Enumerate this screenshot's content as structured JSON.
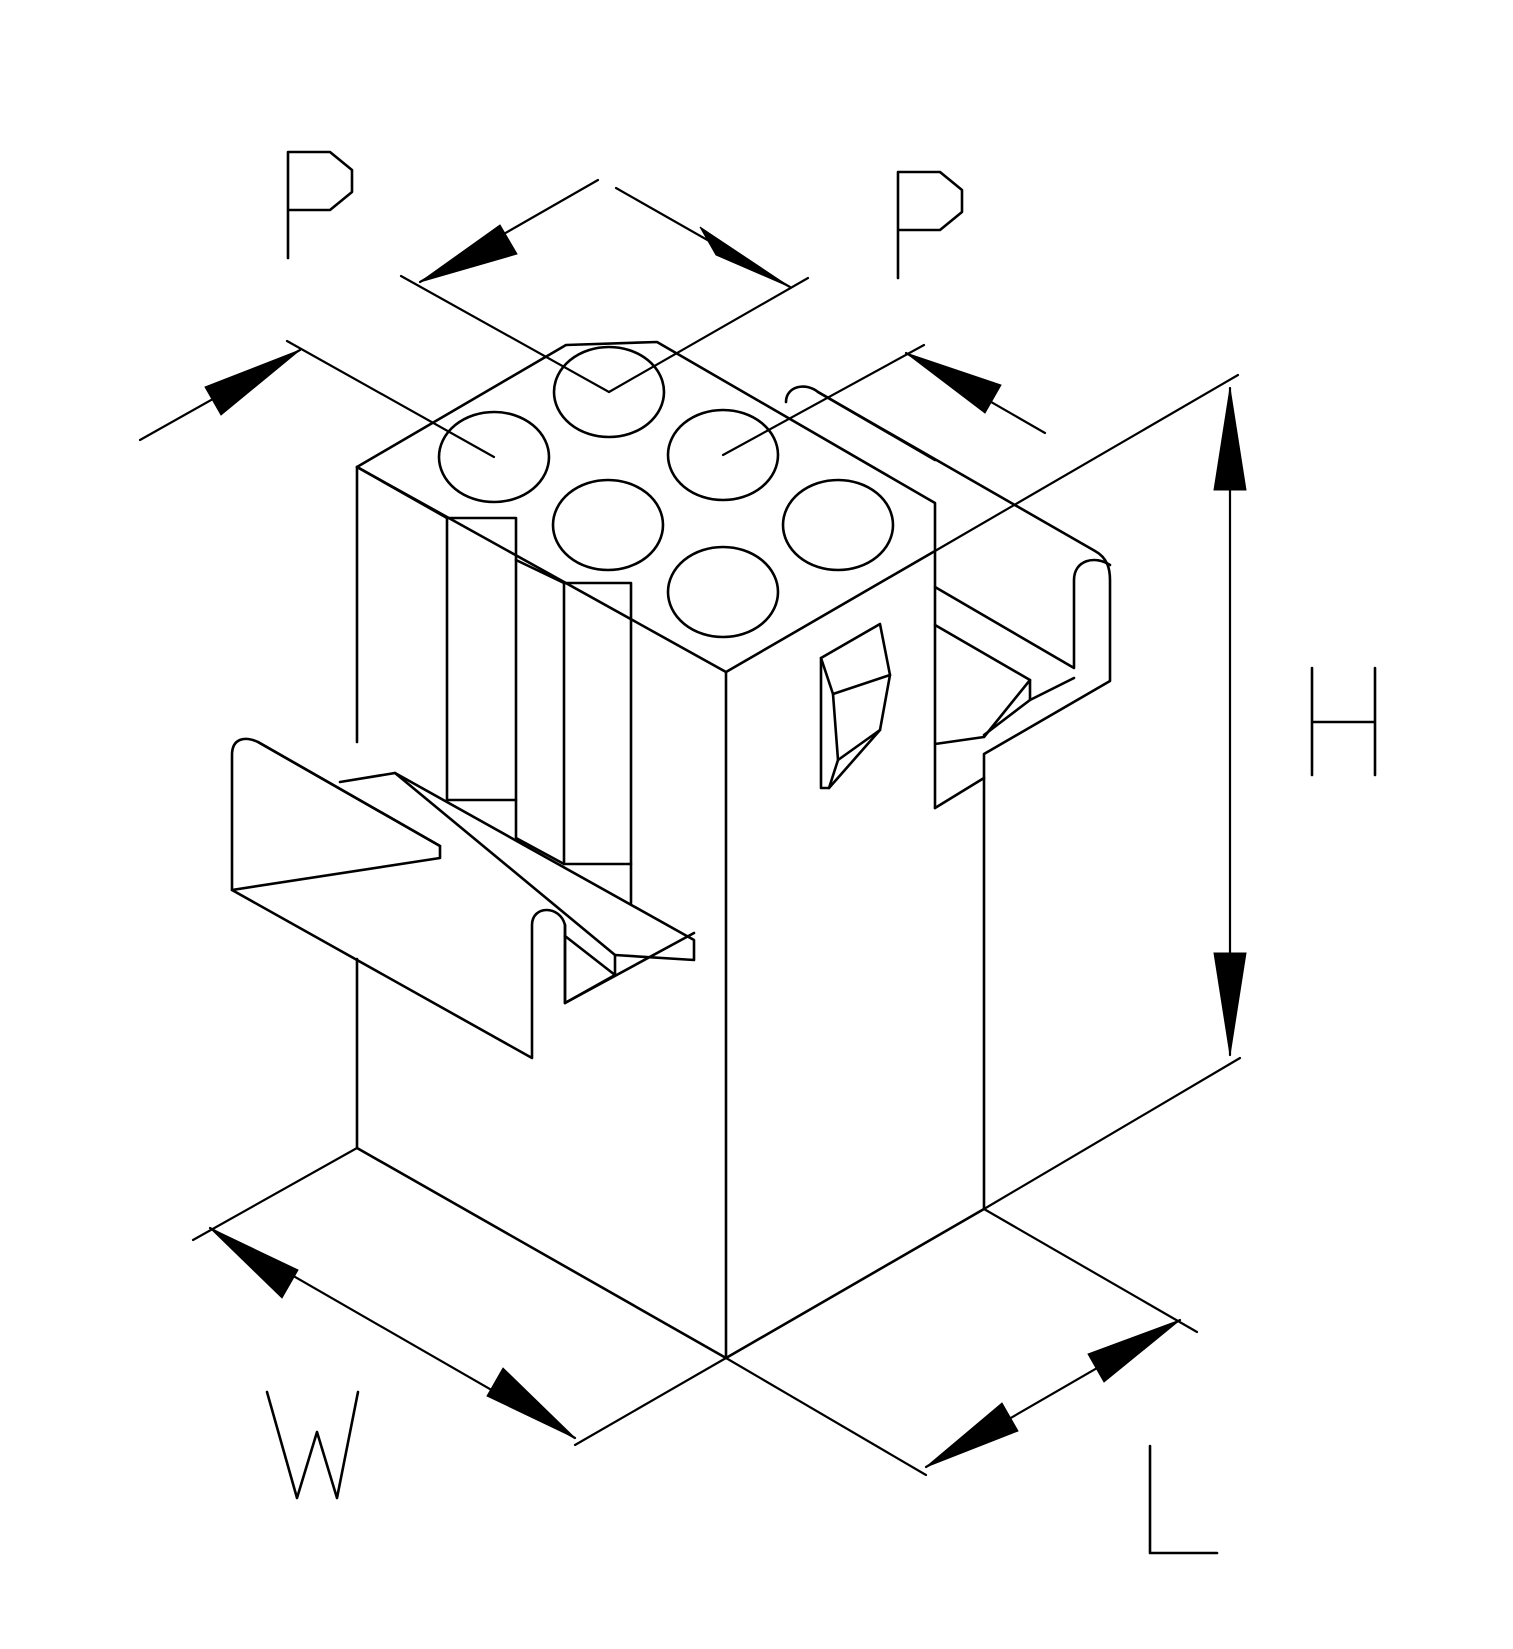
{
  "drawing": {
    "colors": {
      "line": "#000000",
      "background": "#ffffff"
    },
    "dimension_labels": {
      "pitch_left": "P",
      "pitch_right": "P",
      "height": "H",
      "width": "W",
      "length": "L"
    },
    "cavity_count": 6
  }
}
